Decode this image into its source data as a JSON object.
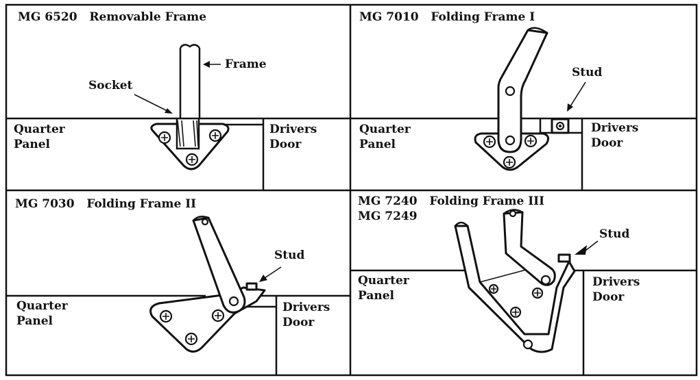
{
  "panels": [
    {
      "title": "MG 6520   Removable Frame",
      "labels": {
        "socket": "Socket",
        "frame": "Frame",
        "quarter_line1": "Quarter",
        "quarter_line2": "Panel",
        "drivers_line1": "Drivers",
        "drivers_line2": "Door"
      }
    },
    {
      "title": "MG 7010   Folding Frame I",
      "labels": {
        "stud": "Stud",
        "quarter_line1": "Quarter",
        "quarter_line2": "Panel",
        "drivers_line1": "Drivers",
        "drivers_line2": "Door"
      }
    },
    {
      "title": "MG 7030   Folding Frame II",
      "labels": {
        "stud": "Stud",
        "quarter_line1": "Quarter",
        "quarter_line2": "Panel",
        "drivers_line1": "Drivers",
        "drivers_line2": "Door"
      }
    },
    {
      "title": "MG 7240   Folding Frame III",
      "title2": "MG 7249",
      "labels": {
        "stud": "Stud",
        "quarter_line1": "Quarter",
        "quarter_line2": "Panel",
        "drivers_line1": "Drivers",
        "drivers_line2": "Door"
      }
    }
  ]
}
